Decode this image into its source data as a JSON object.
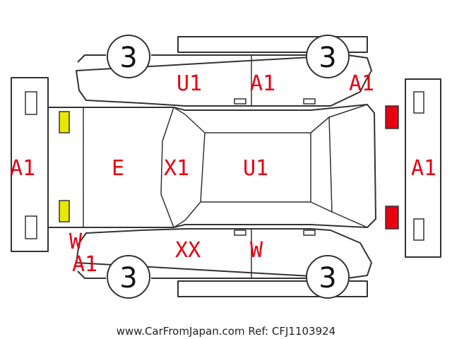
{
  "colors": {
    "damage_code": "#e60012",
    "outline": "#333333",
    "light_front": "#e8e800",
    "light_rear": "#e60012"
  },
  "tires": {
    "front_top": "3",
    "rear_top": "3",
    "front_bottom": "3",
    "rear_bottom": "3"
  },
  "codes": {
    "front_bumper": "A1",
    "hood": "E",
    "windshield": "X1",
    "roof": "U1",
    "rear_bumper": "A1",
    "top_front_door": "U1",
    "top_rear_door": "A1",
    "top_quarter": "A1",
    "bottom_front_door": "XX",
    "bottom_rear_door": "W",
    "bottom_fender_w": "W",
    "bottom_fender_a1": "A1"
  },
  "footer": "www.CarFromJapan.com Ref: CFJ1103924"
}
